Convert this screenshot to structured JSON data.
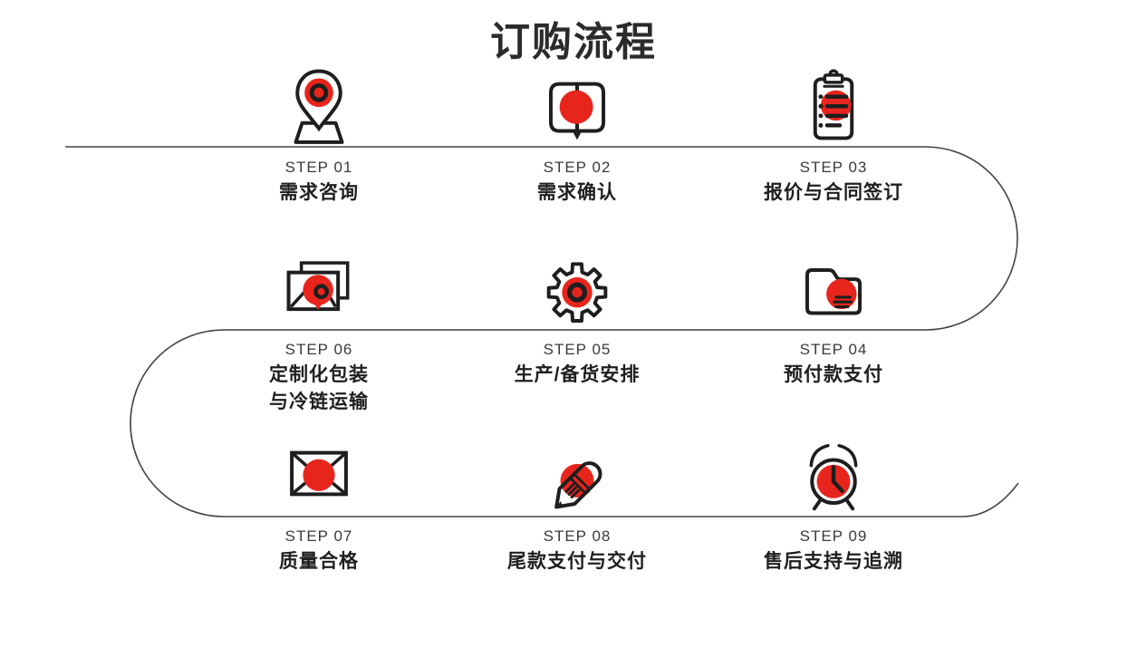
{
  "page": {
    "title": "订购流程",
    "background": "#ffffff"
  },
  "colors": {
    "accent_red": "#e8251d",
    "icon_stroke": "#1e1e1e",
    "flow_line": "#444444",
    "step_label_text": "#3a3a3a",
    "step_title_text": "#1f1f1f"
  },
  "flow": {
    "shape": "serpentine",
    "row_order": [
      "01,02,03 left-to-right",
      "06,05,04 (right-to-left)",
      "07,08,09 left-to-right"
    ]
  },
  "steps": [
    {
      "label": "STEP 01",
      "title": "需求咨询",
      "icon": "map-pin-icon"
    },
    {
      "label": "STEP 02",
      "title": "需求确认",
      "icon": "open-book-icon"
    },
    {
      "label": "STEP 03",
      "title": "报价与合同签订",
      "icon": "clipboard-icon"
    },
    {
      "label": "STEP 04",
      "title": "预付款支付",
      "icon": "folder-icon"
    },
    {
      "label": "STEP 05",
      "title": "生产/备货安排",
      "icon": "gear-icon"
    },
    {
      "label": "STEP 06",
      "title": "定制化包装\n与冷链运输",
      "icon": "photos-icon"
    },
    {
      "label": "STEP 07",
      "title": "质量合格",
      "icon": "envelope-icon"
    },
    {
      "label": "STEP 08",
      "title": "尾款支付与交付",
      "icon": "pencil-icon"
    },
    {
      "label": "STEP 09",
      "title": "售后支持与追溯",
      "icon": "alarm-clock-icon"
    }
  ]
}
